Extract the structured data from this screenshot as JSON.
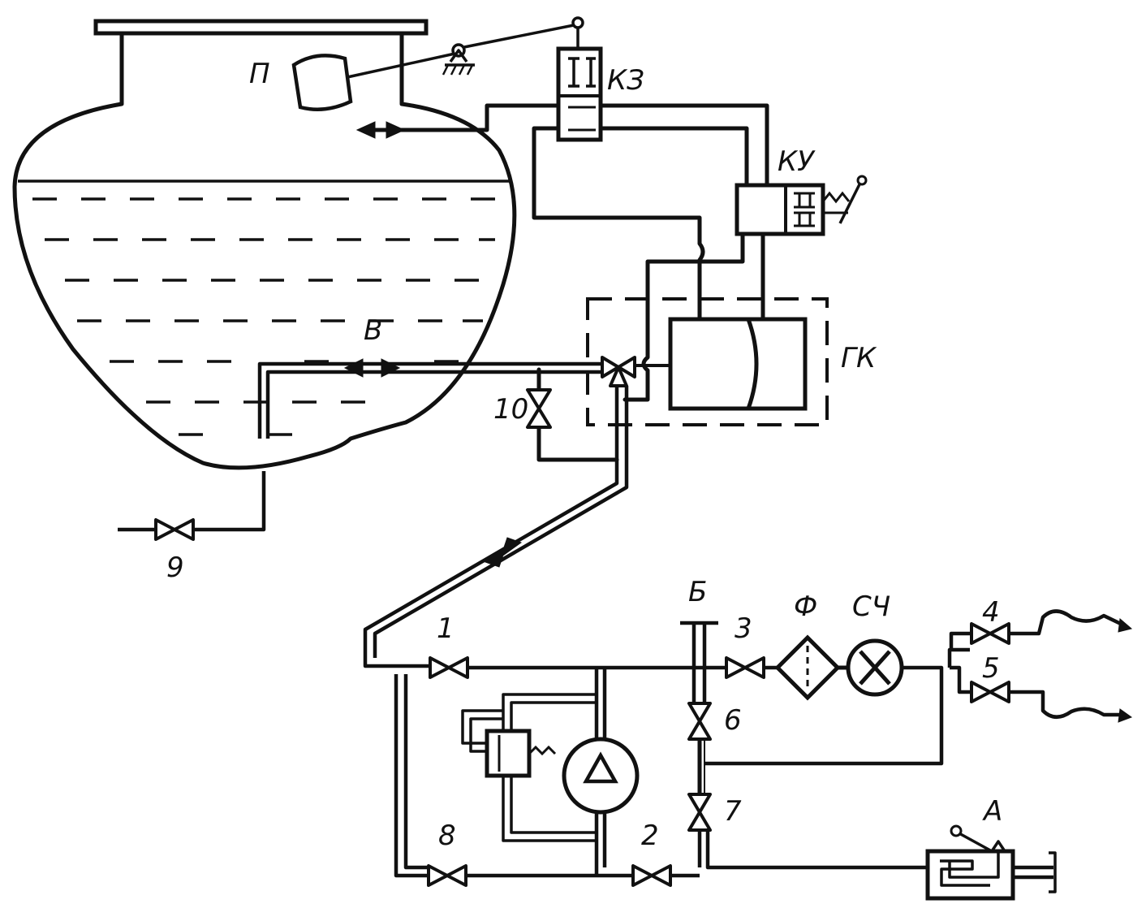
{
  "labels": {
    "float": "П",
    "shutoff_valve": "КЗ",
    "control_valve": "КУ",
    "vapor_line": "В",
    "hydraulic_valve": "ГК",
    "bypass": "Б",
    "filter": "Ф",
    "meter": "СЧ",
    "nozzle": "А"
  },
  "valves": {
    "v1": "1",
    "v2": "2",
    "v3": "3",
    "v4": "4",
    "v5": "5",
    "v6": "6",
    "v7": "7",
    "v8": "8",
    "v9": "9",
    "v10": "10"
  }
}
